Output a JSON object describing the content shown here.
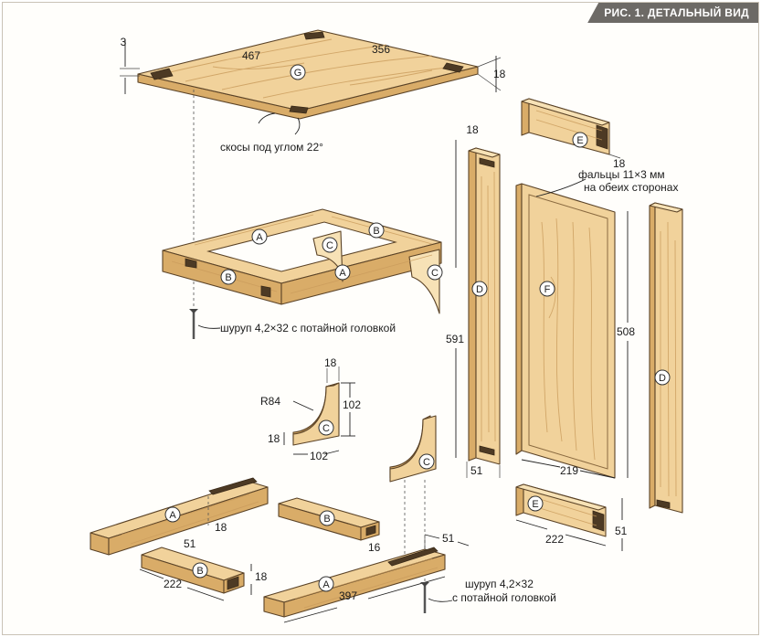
{
  "figure": {
    "title": "РИС. 1. ДЕТАЛЬНЫЙ ВИД"
  },
  "parts": {
    "a": "A",
    "b": "B",
    "c": "C",
    "d": "D",
    "e": "E",
    "f": "F",
    "g": "G"
  },
  "dimensions": {
    "g_thickness_step": "3",
    "g_length": "467",
    "g_width": "356",
    "g_thickness": "18",
    "d_thickness": "18",
    "d_length": "591",
    "d_width": "51",
    "e_thickness": "18",
    "f_length": "508",
    "f_width": "219",
    "c_thickness": "18",
    "c_radius": "R84",
    "c_height": "102",
    "c_thickness_side": "18",
    "c_width": "102",
    "a_offset": "18",
    "b_width": "51",
    "b_length": "222",
    "b_thickness": "18",
    "a_tenon": "16",
    "a_width": "51",
    "a_length": "397",
    "e_length": "222",
    "e_width": "51"
  },
  "notes": {
    "bevel": "скосы под углом 22°",
    "rabbets_line1": "фальцы 11×3 мм",
    "rabbets_line2": "на обеих сторонах",
    "screw_top": "шуруп 4,2×32 с потайной головкой",
    "screw_bottom_line1": "шуруп 4,2×32",
    "screw_bottom_line2": "с потайной головкой"
  },
  "colors": {
    "wood": "#f1d29b",
    "wood_dark": "#d9ac68",
    "outline": "#5b4327",
    "title_bg": "#6d6a66"
  }
}
